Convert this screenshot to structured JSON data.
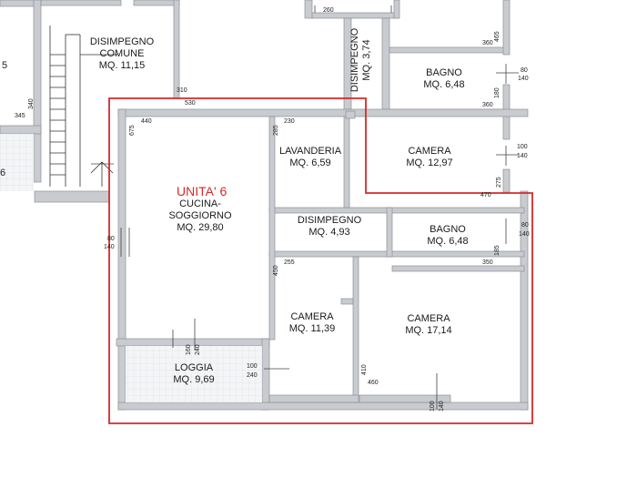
{
  "unit": {
    "title": "UNITA' 6",
    "highlight_color": "#d42a2a"
  },
  "colors": {
    "wall": "#c8cbcf",
    "wall_edge": "#8d9196",
    "tile": "#f4f5f7",
    "tile_line": "#d9dce0"
  },
  "rooms": {
    "disimpegno_comune": {
      "name1": "DISIMPEGNO",
      "name2": "COMUNE",
      "area": "MQ. 11,15"
    },
    "disimpegno_top": {
      "name": "DISIMPEGNO",
      "area": "MQ. 3,74"
    },
    "bagno_top": {
      "name": "BAGNO",
      "area": "MQ. 6,48"
    },
    "camera_top": {
      "name": "CAMERA",
      "area": "MQ. 12,97"
    },
    "cucina": {
      "name1": "CUCINA-",
      "name2": "SOGGIORNO",
      "area": "MQ. 29,80"
    },
    "lavanderia": {
      "name": "LAVANDERIA",
      "area": "MQ. 6,59"
    },
    "disimpegno": {
      "name": "DISIMPEGNO",
      "area": "MQ. 4,93"
    },
    "bagno": {
      "name": "BAGNO",
      "area": "MQ. 6,48"
    },
    "camera_small": {
      "name": "CAMERA",
      "area": "MQ. 11,39"
    },
    "camera_big": {
      "name": "CAMERA",
      "area": "MQ. 17,14"
    },
    "loggia": {
      "name": "LOGGIA",
      "area": "MQ. 9,69"
    }
  },
  "fragments": {
    "left_top": "5",
    "left_mid": "6"
  },
  "dims": {
    "d260": "260",
    "d465": "465",
    "d360a": "360",
    "d80a": "80",
    "d140a": "140",
    "d180": "180",
    "d360b": "360",
    "d310": "310",
    "d530": "530",
    "d340": "340",
    "d345": "345",
    "d440": "440",
    "d675": "675",
    "d230": "230",
    "d285": "285",
    "d100a": "100",
    "d140b": "140",
    "d275": "275",
    "d470": "470",
    "d80b": "80",
    "d140c": "140",
    "d185": "185",
    "d350": "350",
    "d80c": "80",
    "d140d": "140",
    "d255": "255",
    "d450": "450",
    "d160": "160",
    "d240a": "240",
    "d100b": "100",
    "d240b": "240",
    "d410": "410",
    "d460": "460",
    "d100c": "100",
    "d140e": "140"
  }
}
